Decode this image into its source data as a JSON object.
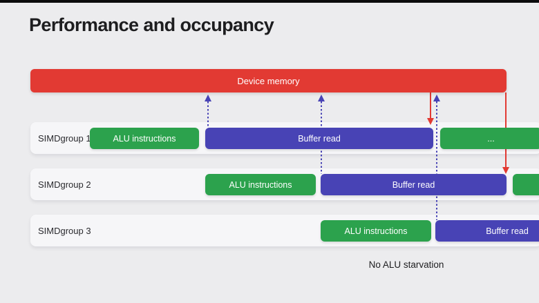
{
  "title": "Performance and occupancy",
  "caption": "No ALU starvation",
  "device_memory": {
    "label": "Device memory"
  },
  "rows": [
    {
      "label": "SIMDgroup 1",
      "boxes": [
        {
          "type": "alu",
          "label": "ALU instructions"
        },
        {
          "type": "buffer",
          "label": "Buffer read"
        },
        {
          "type": "alu",
          "label": "..."
        }
      ]
    },
    {
      "label": "SIMDgroup 2",
      "boxes": [
        {
          "type": "alu",
          "label": "ALU instructions"
        },
        {
          "type": "buffer",
          "label": "Buffer read"
        },
        {
          "type": "alu",
          "label": ""
        }
      ]
    },
    {
      "label": "SIMDgroup 3",
      "boxes": [
        {
          "type": "alu",
          "label": "ALU instructions"
        },
        {
          "type": "buffer",
          "label": "Buffer read"
        }
      ]
    }
  ],
  "arrows": {
    "request_style": "dotted, pointing up to device memory",
    "return_style": "solid, pointing down from device memory",
    "request_color": "#4843b5",
    "return_color": "#e23a33"
  },
  "colors": {
    "background": "#ececee",
    "row_background": "#f6f6f8",
    "device_memory_red": "#e23a33",
    "alu_green": "#2ca24d",
    "buffer_indigo": "#4843b5",
    "title_text": "#1d1d1f"
  }
}
